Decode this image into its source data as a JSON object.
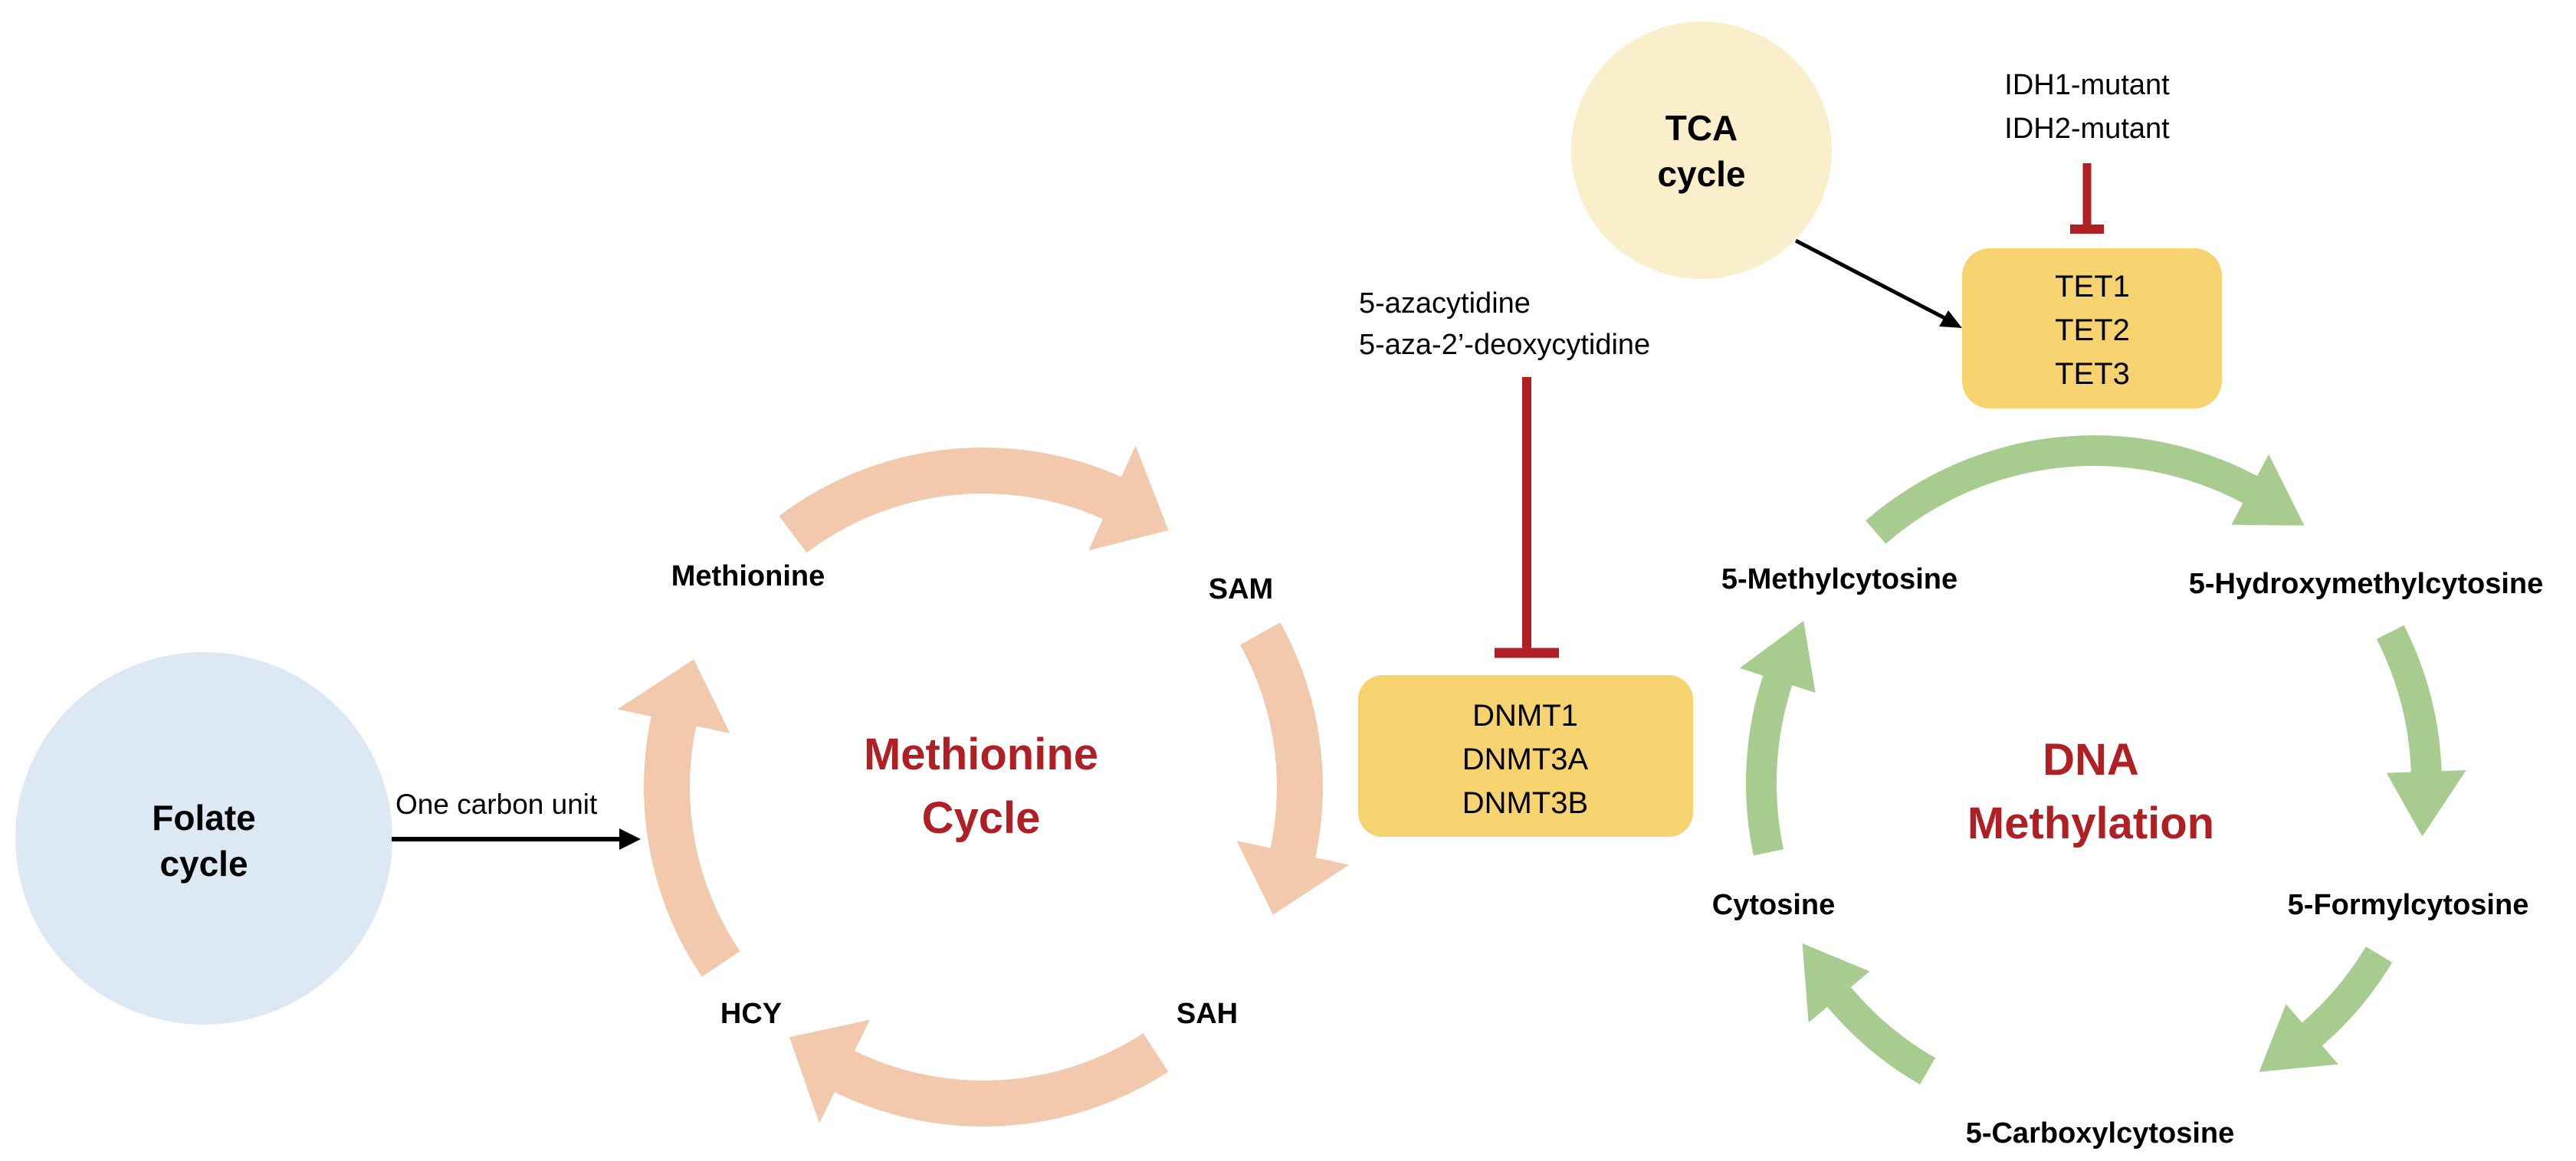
{
  "colors": {
    "folate_fill": "#DCE8F4",
    "tca_fill": "#FBEECB",
    "methionine_ring": "#F2C9AC",
    "dna_ring": "#A8CC90",
    "enzyme_box": "#F6D36E",
    "inhibitor": "#B01F24",
    "title_red": "#B01F24",
    "arrow_black": "#000000",
    "text": "#000000"
  },
  "folate": {
    "line1": "Folate",
    "line2": "cycle"
  },
  "tca": {
    "line1": "TCA",
    "line2": "cycle"
  },
  "one_carbon_label": "One carbon unit",
  "methionine_cycle": {
    "title_line1": "Methionine",
    "title_line2": "Cycle",
    "nodes": [
      "Methionine",
      "SAM",
      "SAH",
      "HCY"
    ],
    "direction": "clockwise"
  },
  "dnmt": {
    "inhibitors": [
      "5-azacytidine",
      "5-aza-2’-deoxycytidine"
    ],
    "enzymes": [
      "DNMT1",
      "DNMT3A",
      "DNMT3B"
    ]
  },
  "tet": {
    "inhibitors": [
      "IDH1-mutant",
      "IDH2-mutant"
    ],
    "enzymes": [
      "TET1",
      "TET2",
      "TET3"
    ]
  },
  "dna_methylation": {
    "title_line1": "DNA",
    "title_line2": "Methylation",
    "nodes": [
      "5-Methylcytosine",
      "5-Hydroxymethylcytosine",
      "5-Formylcytosine",
      "5-Carboxylcytosine",
      "Cytosine"
    ],
    "direction": "clockwise"
  },
  "edges": [
    {
      "from": "Folate cycle",
      "to": "Methionine Cycle",
      "type": "arrow",
      "label": "One carbon unit"
    },
    {
      "from": "TCA cycle",
      "to": "TET1/TET2/TET3",
      "type": "arrow"
    },
    {
      "from": "5-azacytidine / 5-aza-2’-deoxycytidine",
      "to": "DNMT1/DNMT3A/DNMT3B",
      "type": "inhibition"
    },
    {
      "from": "IDH1-mutant / IDH2-mutant",
      "to": "TET1/TET2/TET3",
      "type": "inhibition"
    }
  ]
}
